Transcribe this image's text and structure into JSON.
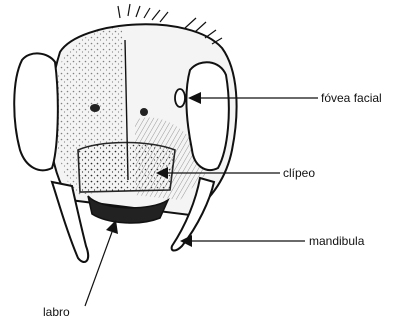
{
  "diagram": {
    "labels": {
      "fovea_facial": "fóvea facial",
      "clipeo": "clípeo",
      "mandibula": "mandibula",
      "labro": "labro"
    },
    "colors": {
      "ink": "#111111",
      "background": "#ffffff"
    }
  }
}
